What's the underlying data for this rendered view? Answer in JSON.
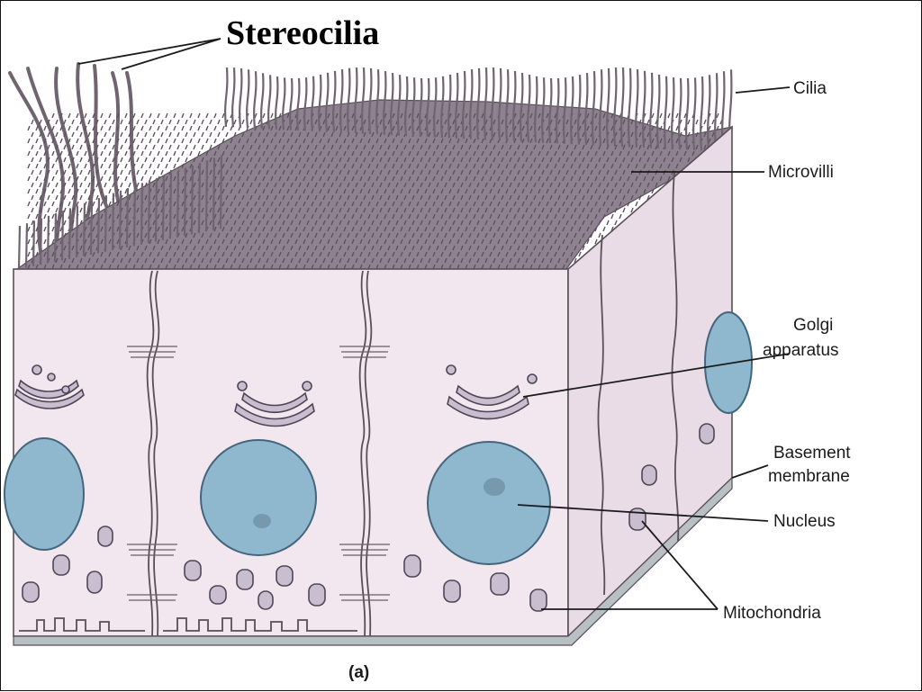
{
  "diagram": {
    "title": "Stereocilia",
    "caption": "(a)",
    "labels": {
      "cilia": "Cilia",
      "microvilli": "Microvilli",
      "golgi_line1": "Golgi",
      "golgi_line2": "apparatus",
      "basement_line1": "Basement",
      "basement_line2": "membrane",
      "nucleus": "Nucleus",
      "mitochondria": "Mitochondria"
    }
  }
}
